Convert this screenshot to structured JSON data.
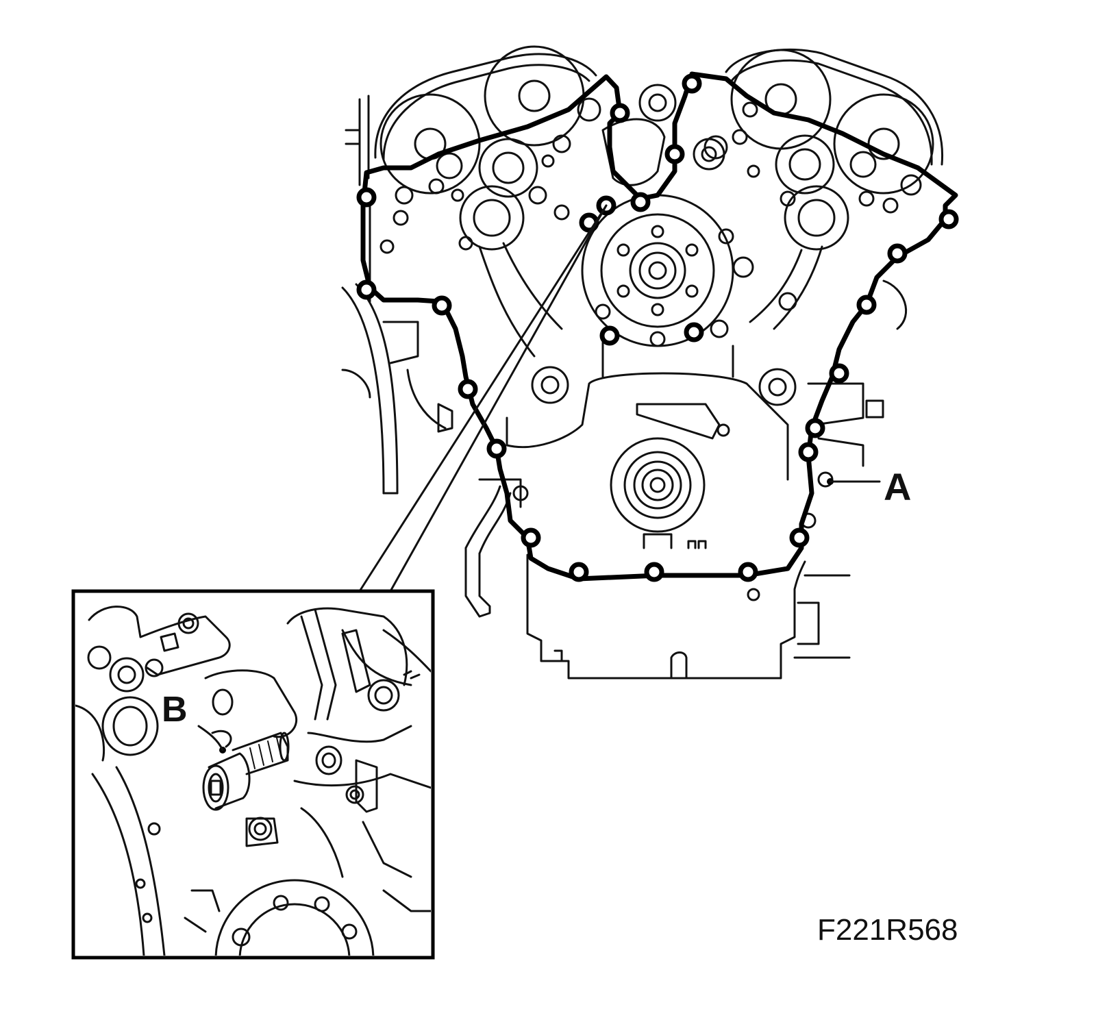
{
  "labels": {
    "a": "A",
    "b": "B"
  },
  "figure_code": "F221R568"
}
